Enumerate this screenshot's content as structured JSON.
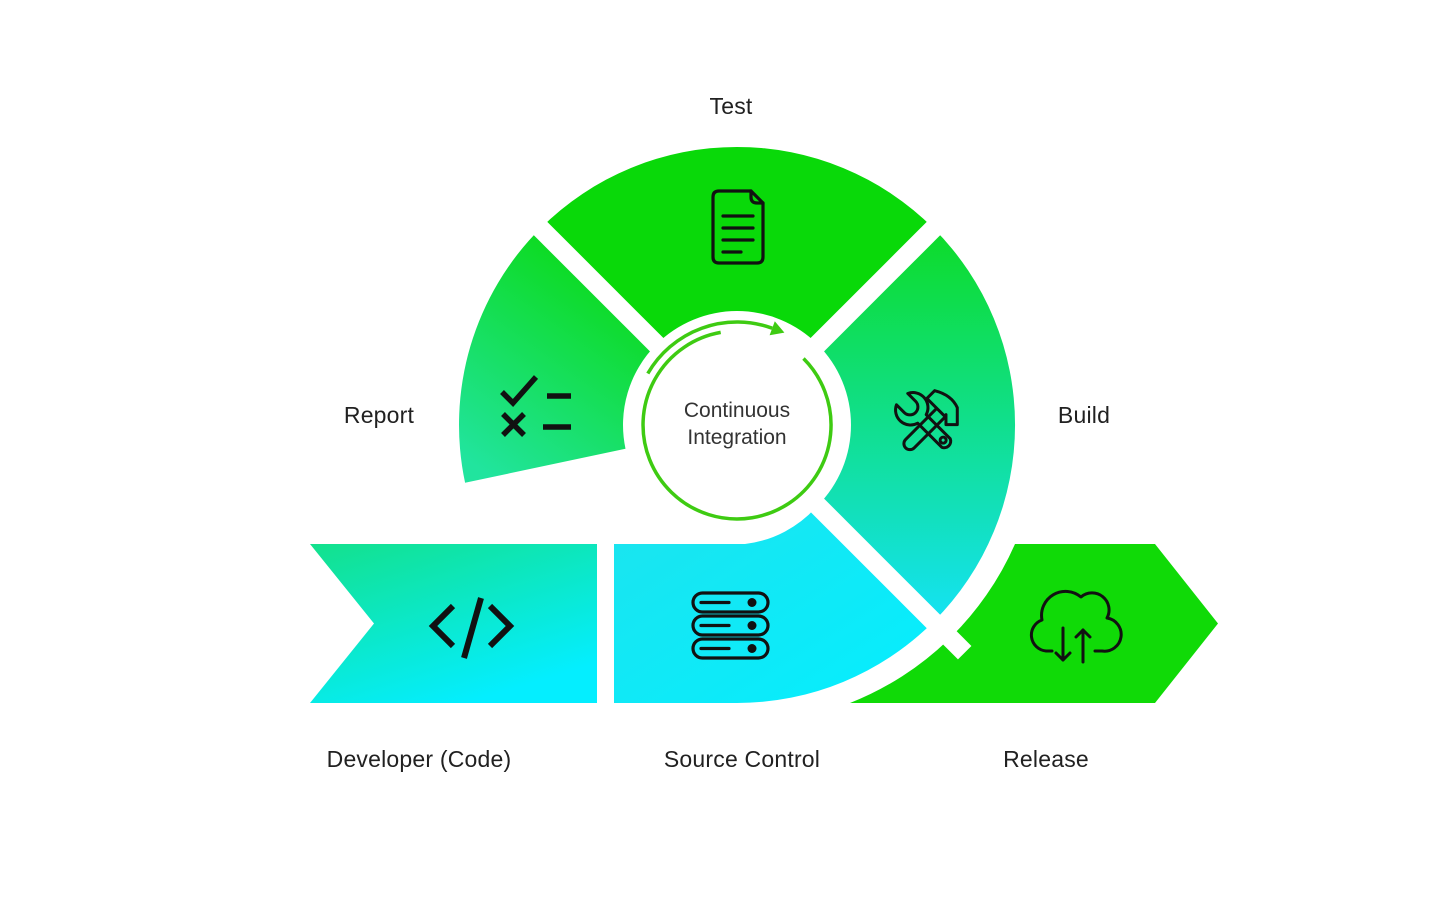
{
  "diagram": {
    "center_label": {
      "line1": "Continuous",
      "line2": "Integration"
    },
    "stages": [
      {
        "id": "test",
        "label": "Test",
        "icon": "document-icon"
      },
      {
        "id": "build",
        "label": "Build",
        "icon": "wrench-hammer-icon"
      },
      {
        "id": "release",
        "label": "Release",
        "icon": "cloud-sync-icon"
      },
      {
        "id": "source-control",
        "label": "Source Control",
        "icon": "server-stack-icon"
      },
      {
        "id": "developer",
        "label": "Developer (Code)",
        "icon": "code-icon"
      },
      {
        "id": "report",
        "label": "Report",
        "icon": "checklist-icon"
      }
    ],
    "colors": {
      "bright_green": "#09d909",
      "spring_green": "#21e49e",
      "build_green": "#0ddc27",
      "build_cyan": "#14e2f4",
      "sc_teal": "#1ce4ee",
      "cyan": "#04eeff",
      "dev_green": "#13e18c",
      "release_green": "#10da07",
      "cycle_green": "#3ecb12",
      "icon_black": "#111111",
      "label_text": "#212121",
      "center_text": "#333333"
    }
  }
}
